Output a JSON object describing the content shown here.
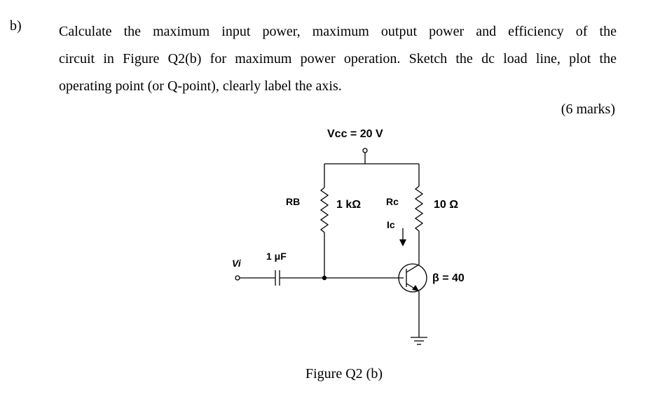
{
  "question": {
    "label": "b)",
    "lines": [
      "Calculate the maximum input power, maximum output power and efficiency of the",
      "circuit in Figure Q2(b) for maximum power operation. Sketch the dc load line, plot the",
      "operating point (or Q-point), clearly label the axis."
    ],
    "marks": "(6 marks)"
  },
  "circuit": {
    "vcc_label": "Vcc = 20 V",
    "rb_label": "RB",
    "rb_value": "1 kΩ",
    "rc_label": "Rc",
    "rc_value": "10 Ω",
    "ic_label": "Ic",
    "cap_value": "1 μF",
    "vi_label": "Vi",
    "beta_label": "β = 40"
  },
  "figure_caption": "Figure Q2 (b)"
}
